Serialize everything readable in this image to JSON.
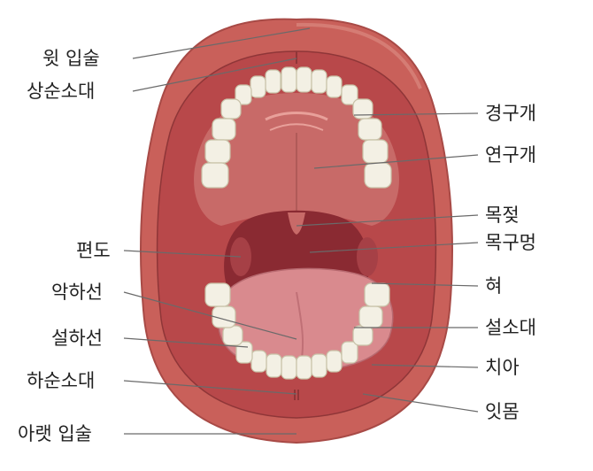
{
  "labels": {
    "upper_lip": "윗 입술",
    "upper_frenulum": "상순소대",
    "hard_palate": "경구개",
    "soft_palate": "연구개",
    "uvula": "목젖",
    "throat": "목구멍",
    "tonsil": "편도",
    "tongue": "혀",
    "submandibular_duct": "악하선",
    "sublingual_gland": "설하선",
    "lingual_frenulum": "설소대",
    "teeth": "치아",
    "lower_frenulum": "하순소대",
    "gums": "잇몸",
    "lower_lip": "아랫 입술"
  },
  "colors": {
    "lip": "#c9605a",
    "lip_dark": "#a84a46",
    "inner_mouth": "#b8484a",
    "palate": "#c86a68",
    "throat": "#8a2a32",
    "tongue": "#d98a8e",
    "teeth": "#f3f0e4",
    "teeth_edge": "#c8c2a8",
    "gum": "#d97878",
    "leader_line": "#6a6a6a"
  }
}
